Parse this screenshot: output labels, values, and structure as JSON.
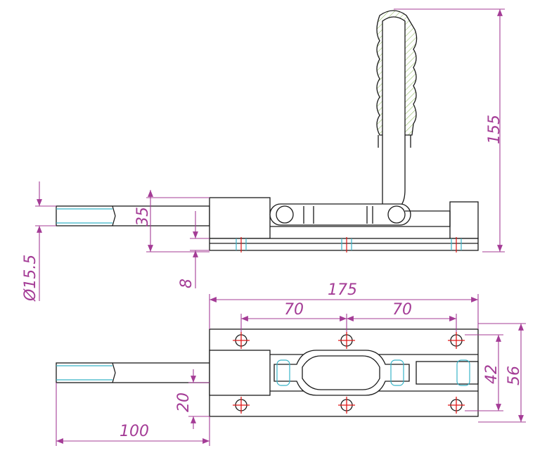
{
  "dimensions": {
    "height_handle": "155",
    "clamp_height": "35",
    "rod_diameter": "Ø15.5",
    "base_thickness": "8",
    "overall_length": "175",
    "hole_pitch_left": "70",
    "hole_pitch_right": "70",
    "hole_spacing_width": "42",
    "base_width": "56",
    "rod_offset": "20",
    "stroke_length": "100"
  },
  "colors": {
    "outline": "#1a1a1a",
    "dimension": "#a43c96",
    "hidden_line": "#38b4c8",
    "center_line": "#e01818",
    "grip_hatch": "#7fb04a"
  }
}
